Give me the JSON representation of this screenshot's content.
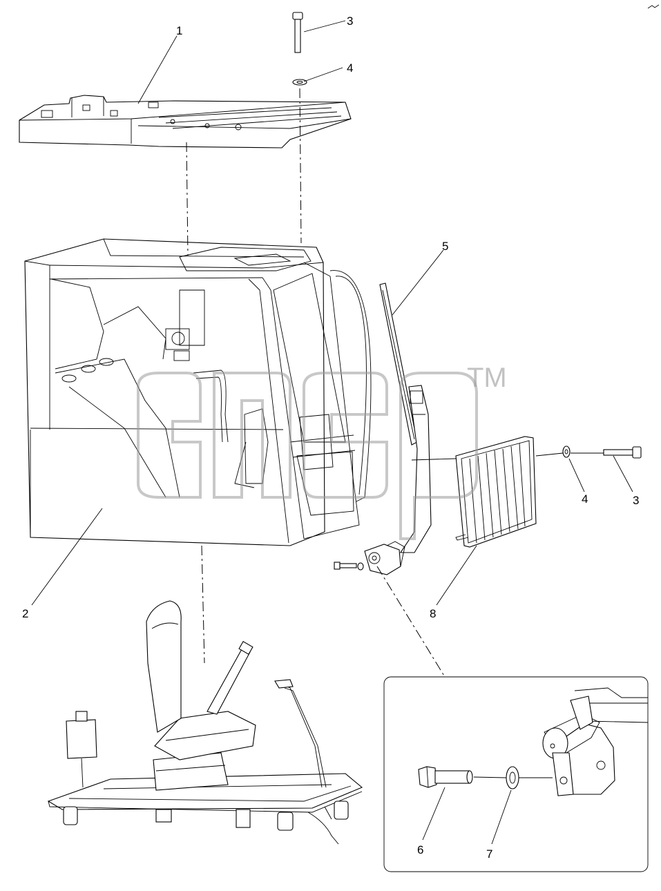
{
  "watermark": {
    "trademark": "TM"
  },
  "callouts": {
    "c1": "1",
    "c2": "2",
    "c3_top": "3",
    "c4_top": "4",
    "c5": "5",
    "c4_right": "4",
    "c3_right": "3",
    "c8": "8",
    "c6": "6",
    "c7": "7"
  }
}
